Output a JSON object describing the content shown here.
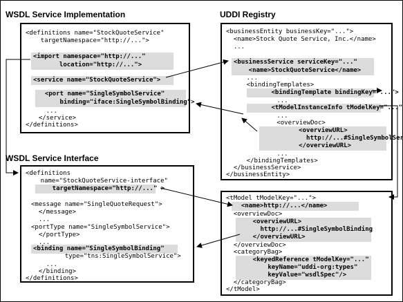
{
  "titles": {
    "impl": "WSDL Service Implementation",
    "uddi": "UDDI Registry",
    "iface": "WSDL Service Interface"
  },
  "impl": [
    "<definitions name=\"StockQuoteService\"",
    "    targetNamespace=\"http://...\">",
    "<import namespace=\"http://...\"",
    "       location=\"http://...\">",
    "<service name=\"StockQuoteService\">",
    "  <port name=\"SingleSymbolService\"",
    "      binding=\"iface:SingleSymbolBinding\">",
    "    ...",
    "  </service>",
    "</definitions>"
  ],
  "uddi": [
    "<businessEntity businessKey=\"...\">",
    "  <name>Stock Quote Service, Inc.</name>",
    "  ...",
    "<businessService serviceKey=\"...\"",
    "    <name>StockQuoteService</name>",
    "    ...",
    "    <bindingTemplates>",
    "      <bindingTemplate bindingKey=\"...\">",
    "        ...",
    "      <tModelInstanceInfo tModelKey=\"...\">",
    "        ...",
    "        <overviewDoc>",
    "          <overviewURL>",
    "            http://...#SingleSymbolService",
    "          </overviewURL>",
    "        ...",
    "    </bindingTemplates>",
    "  </businessService>",
    "</businessEntity>"
  ],
  "iface": [
    "<definitions",
    "    name=\"StockQuoteService-interface\"",
    "    targetNamespace=\"http://...\" >",
    "<message name=\"SingleQuoteRequest\">",
    "  </message>",
    "  ...",
    "<portType name=\"SingleSymbolService\">",
    "  </portType>",
    "  ...",
    "<binding name=\"SingleSymbolBinding\"",
    "         type=\"tns:SingleSymbolService\">",
    "    ...",
    "  </binding>",
    "</definitions>"
  ],
  "tmodel": [
    "<tModel tModelKey=\"...\">",
    "  <name>http://...</name>",
    "  <overviewDoc>",
    "    <overviewURL>",
    "      http://...#SingleSymbolBinding",
    "    </overviewURL>",
    "  </overviewDoc>",
    "  <categoryBag>",
    "    <keyedReference tModelKey=\"...\"",
    "        keyName=\"uddi-org:types\"",
    "        keyValue=\"wsdlSpec\"/>",
    "  </categoryBag>",
    "</tModel>"
  ]
}
